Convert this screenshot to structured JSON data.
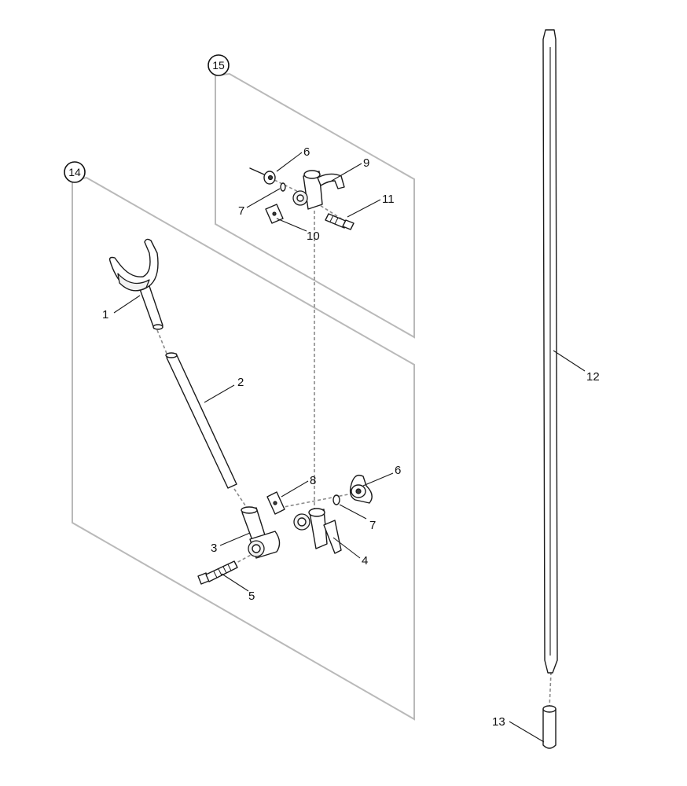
{
  "assemblies": [
    {
      "id": "15",
      "label": "15"
    },
    {
      "id": "14",
      "label": "14"
    }
  ],
  "callouts": {
    "c1": "1",
    "c2": "2",
    "c3": "3",
    "c4": "4",
    "c5": "5",
    "c6a": "6",
    "c6b": "6",
    "c7a": "7",
    "c7b": "7",
    "c8": "8",
    "c9": "9",
    "c10": "10",
    "c11": "11",
    "c12": "12",
    "c13": "13"
  }
}
